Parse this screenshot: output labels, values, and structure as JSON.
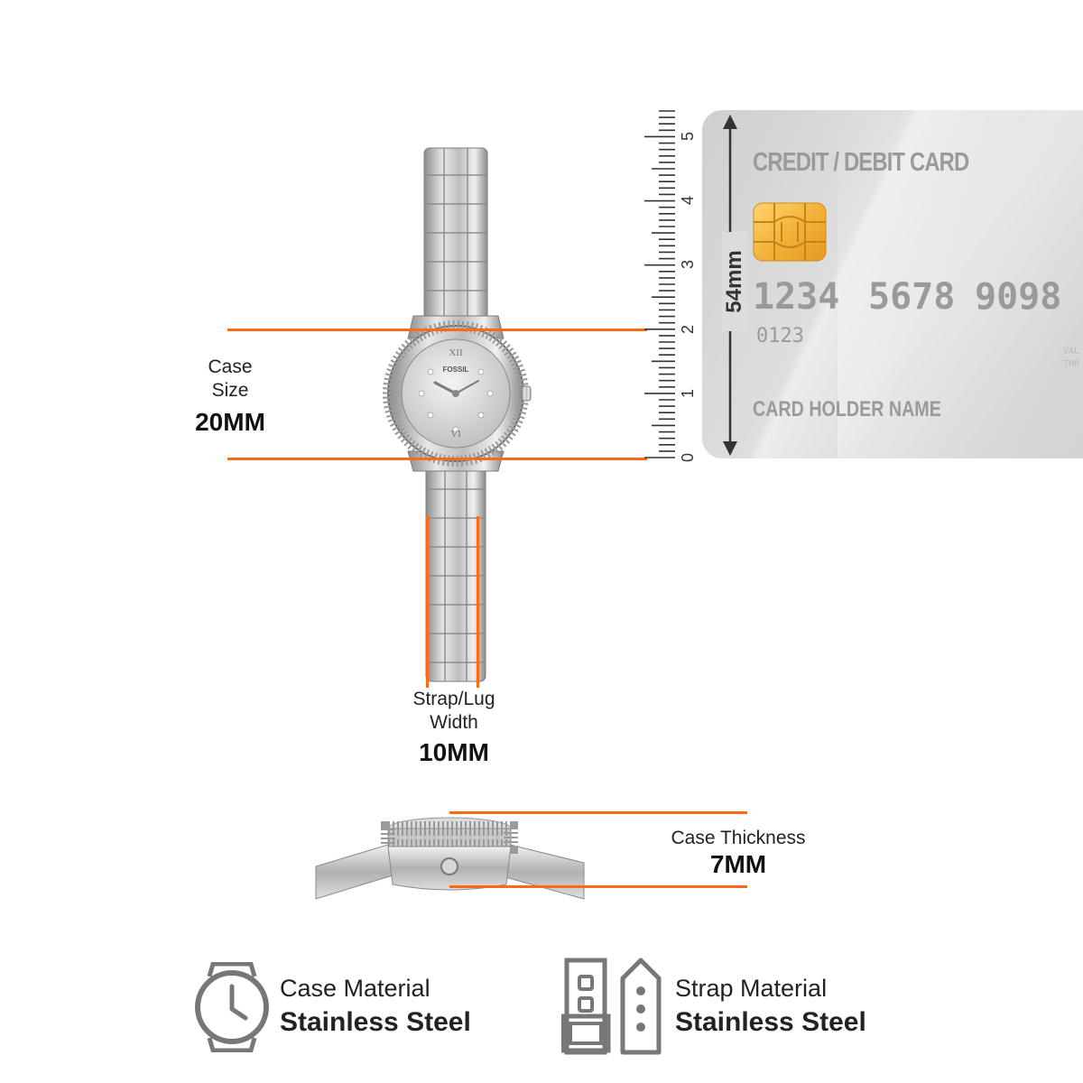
{
  "case_size": {
    "label_line1": "Case",
    "label_line2": "Size",
    "value": "20MM"
  },
  "strap_width": {
    "label_line1": "Strap/Lug",
    "label_line2": "Width",
    "value": "10MM"
  },
  "case_thickness": {
    "label": "Case Thickness",
    "value": "7MM"
  },
  "watch": {
    "brand": "FOSSIL"
  },
  "ruler": {
    "ticks": [
      "0",
      "1",
      "2",
      "3",
      "4",
      "5"
    ],
    "height_label": "54mm"
  },
  "card": {
    "title": "CREDIT / DEBIT CARD",
    "number_groups": [
      "1234",
      "5678",
      "9098"
    ],
    "small_number": "0123",
    "holder": "CARD HOLDER NAME",
    "valid_text_1": "VAL",
    "valid_text_2": "THR"
  },
  "materials": {
    "case": {
      "label": "Case Material",
      "value": "Stainless Steel",
      "icon": "watch-outline-icon"
    },
    "strap": {
      "label": "Strap Material",
      "value": "Stainless Steel",
      "icon": "strap-outline-icon"
    }
  },
  "colors": {
    "accent": "#ff6a13",
    "icon_gray": "#777777",
    "card_gray": "#d9d9d9"
  }
}
